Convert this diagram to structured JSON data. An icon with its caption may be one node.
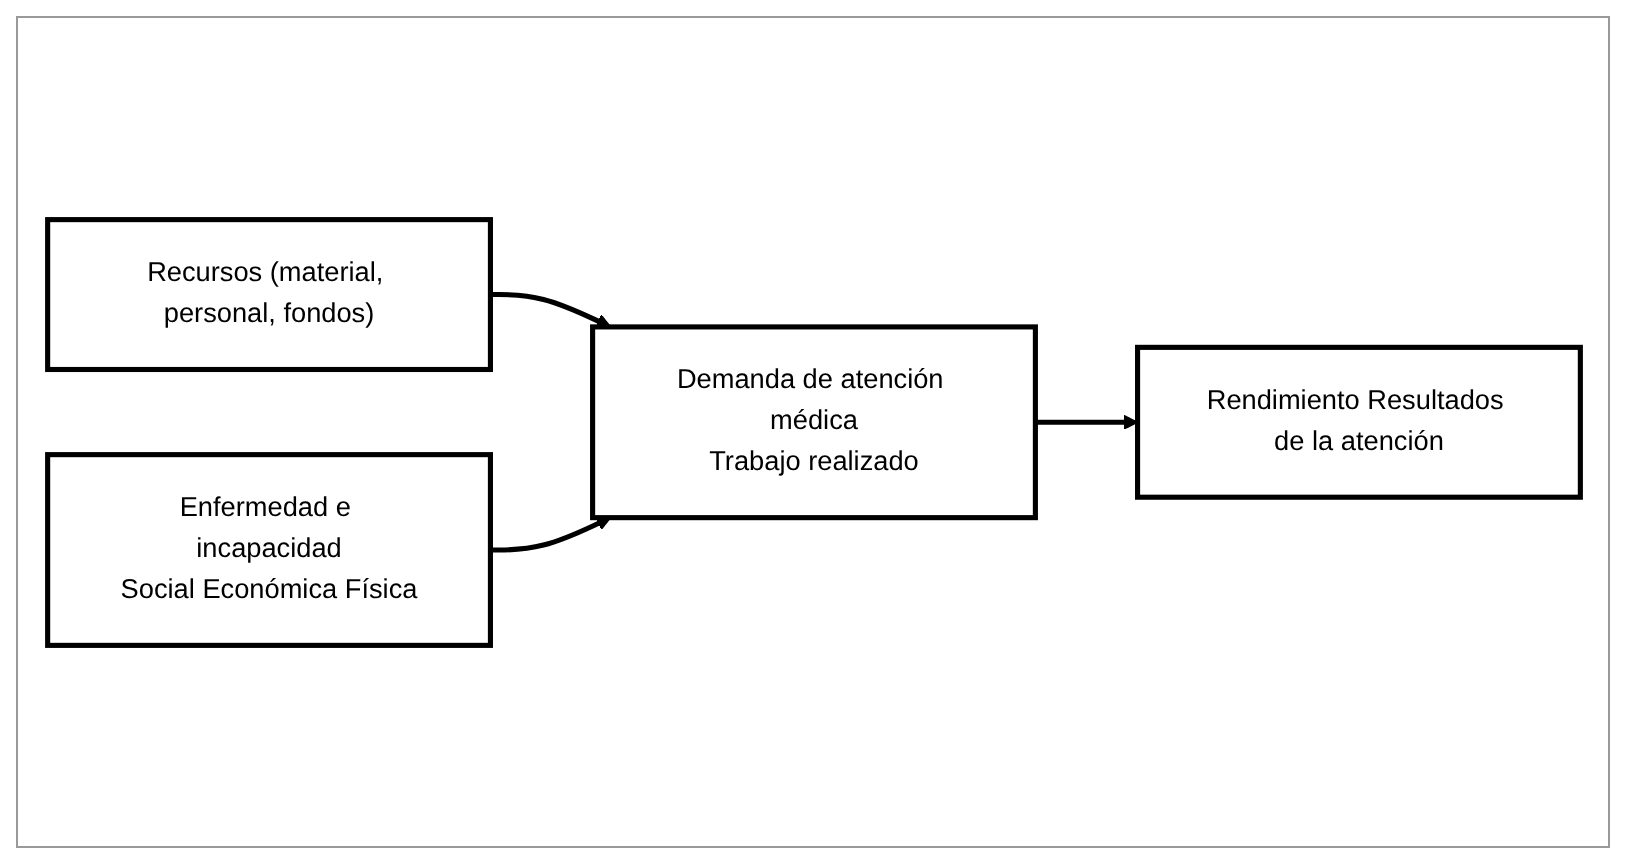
{
  "diagram": {
    "nodes": [
      {
        "text": [
          "Recursos (material, personal, fondos)"
        ]
      },
      {
        "text": [
          "Enfermedad e incapacidad",
          "Social Económica Física"
        ]
      },
      {
        "text": [
          "Demanda de atención médica",
          "Trabajo realizado"
        ]
      },
      {
        "text": [
          "Rendimiento Resultados de la atención"
        ]
      }
    ],
    "edges": [
      {
        "from": 0,
        "to": 2,
        "arrow": "to"
      },
      {
        "from": 1,
        "to": 2,
        "arrow": "to"
      },
      {
        "from": 2,
        "to": 3,
        "arrow": "to"
      }
    ]
  }
}
